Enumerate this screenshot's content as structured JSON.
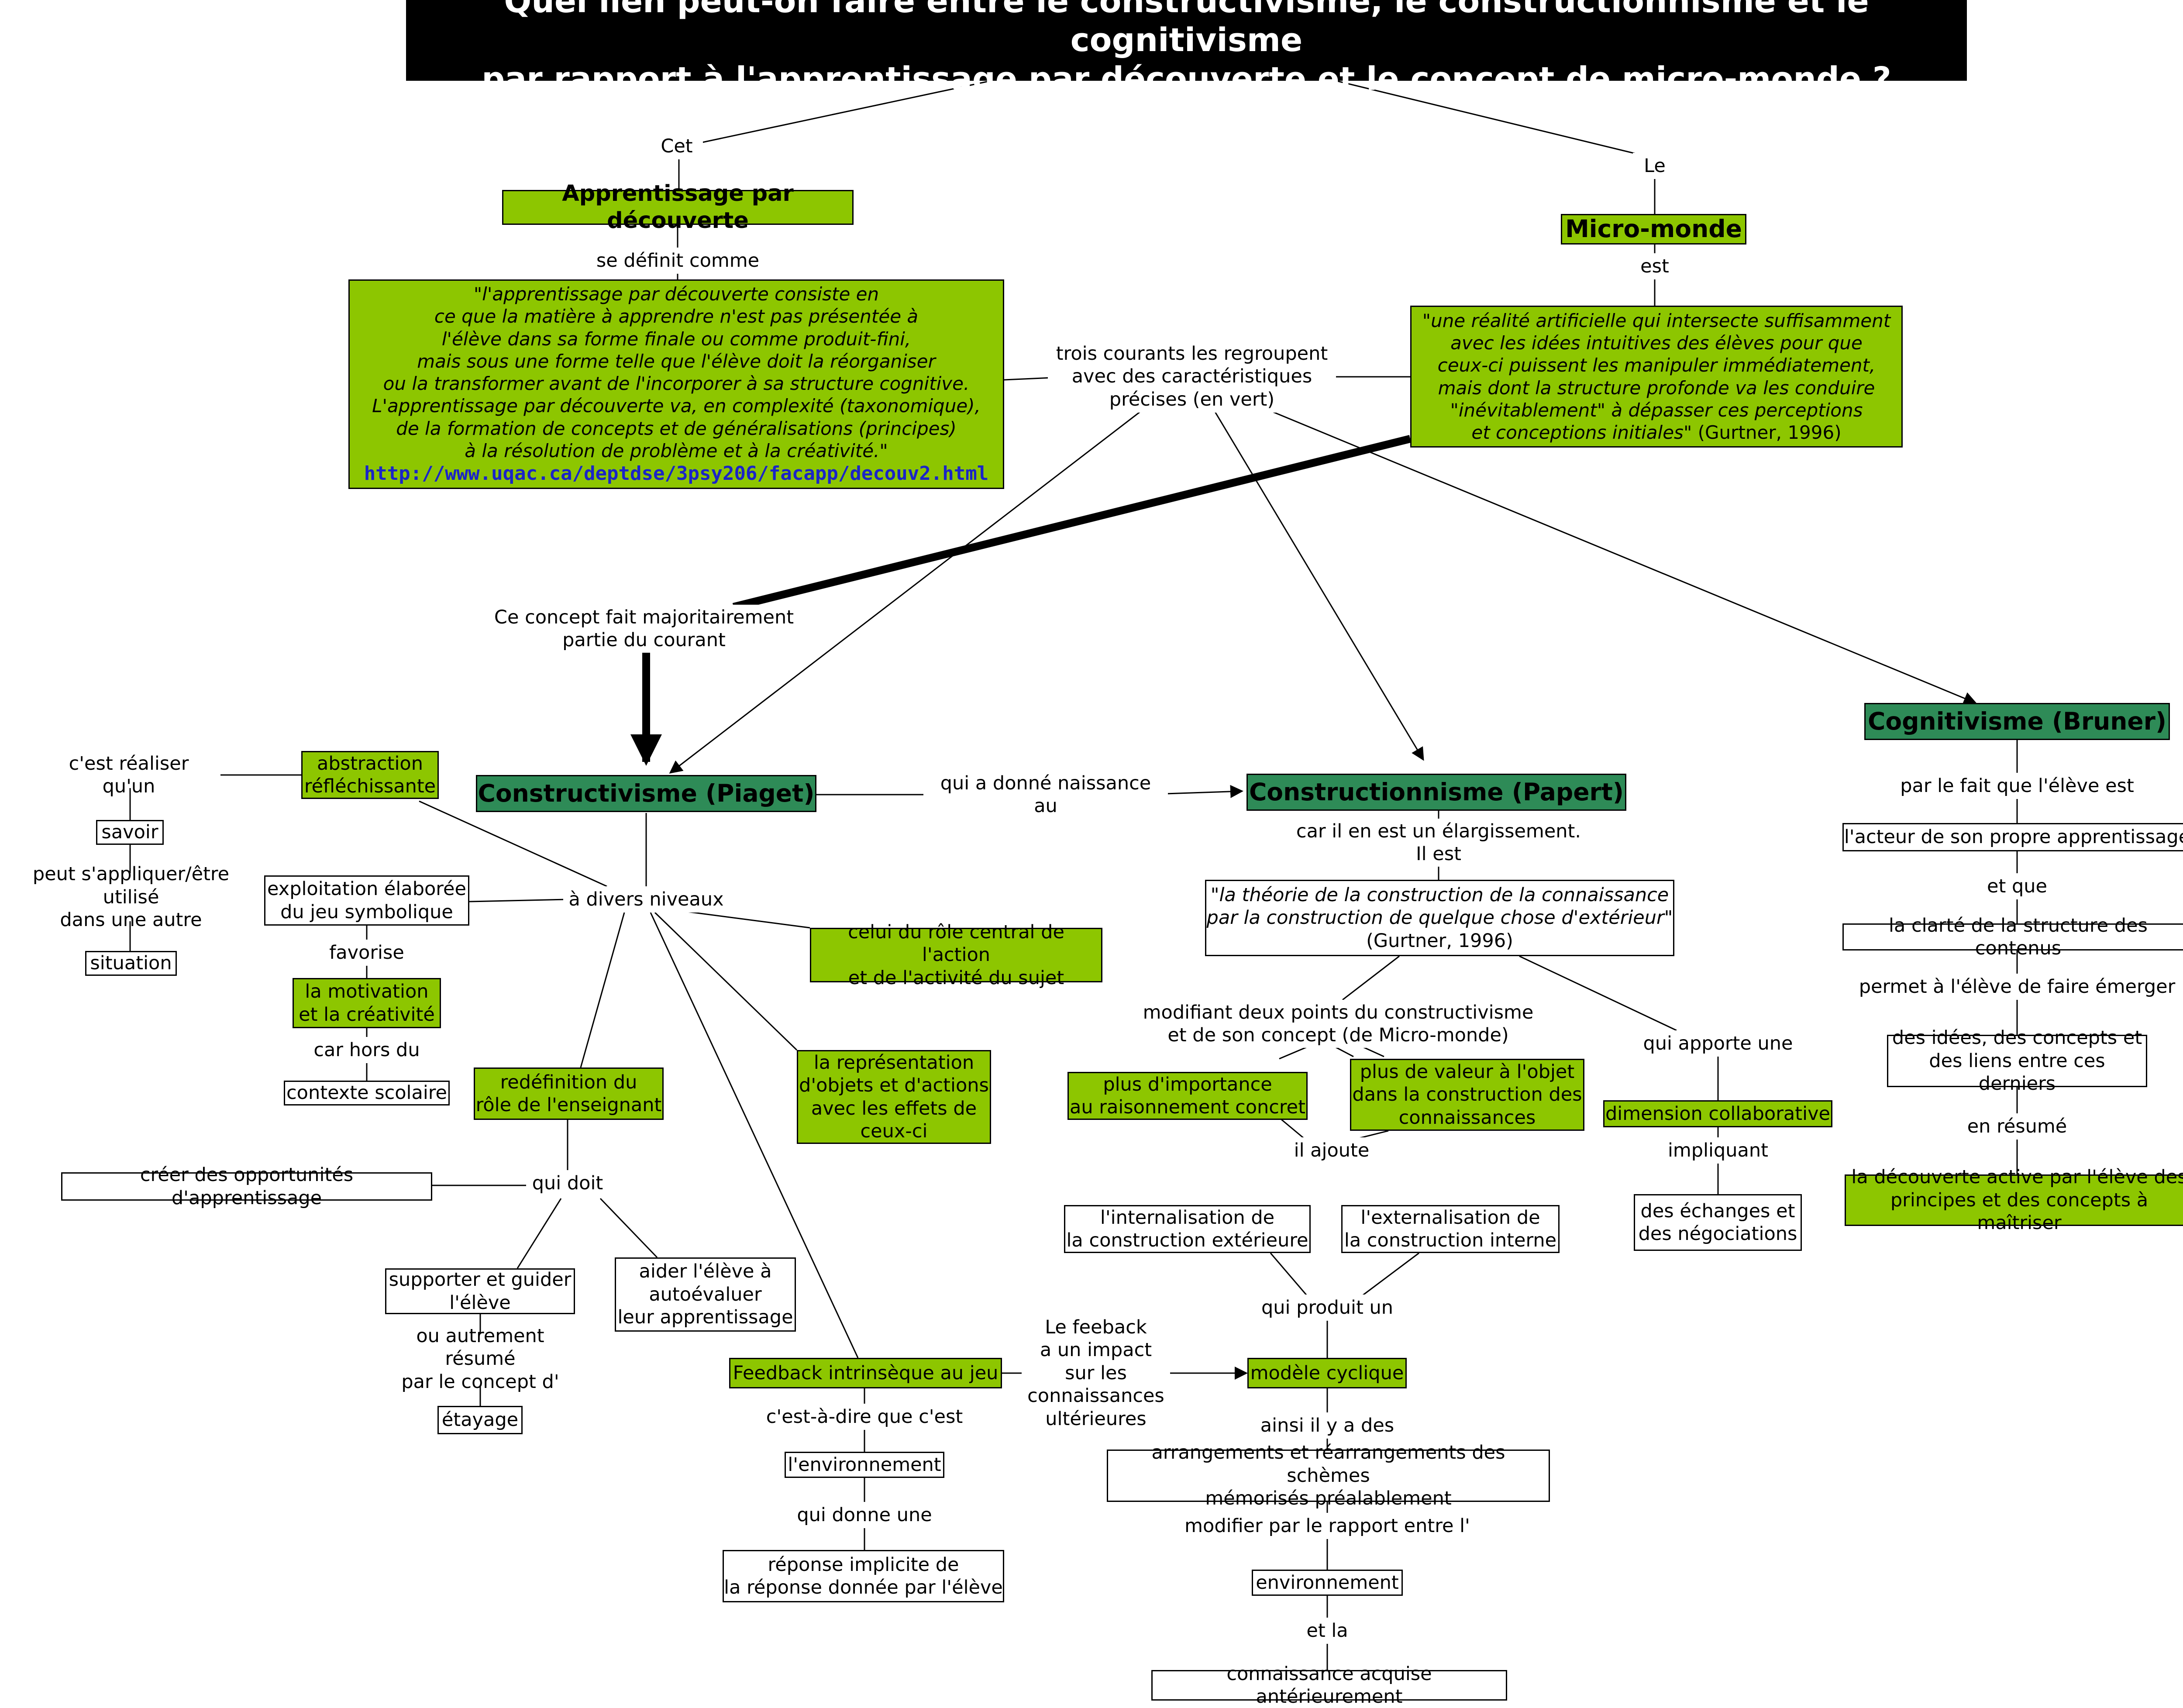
{
  "title": "Quel lien peut-on faire entre le constructivisme, le constructionnisme et le cognitivisme\npar rapport à l'apprentissage par découverte et le concept de micro-monde ?",
  "labels": {
    "cet": "Cet",
    "le": "Le",
    "se_definit": "se définit comme",
    "est": "est",
    "trois_courants": "trois courants les regroupent\navec des caractéristiques\nprécises (en vert)",
    "ce_concept": "Ce concept fait majoritairement\npartie du courant",
    "qui_a_donne": "qui a donné naissance au",
    "cest_realiser": "c'est réaliser qu'un",
    "peut_sappliquer": "peut s'appliquer/être utilisé\ndans une autre",
    "a_divers": "à divers niveaux",
    "favorise": "favorise",
    "car_hors": "car hors du",
    "qui_doit": "qui doit",
    "ou_autrement": "ou autrement résumé\npar le concept d'",
    "cest_a_dire": "c'est-à-dire que c'est",
    "qui_donne": "qui donne une",
    "car_il_en_est": "car il en est un élargissement.\nIl est",
    "modifiant": "modifiant deux points du constructivisme\net de son concept (de Micro-monde)",
    "qui_apporte": "qui apporte une",
    "il_ajoute": "il ajoute",
    "impliquant": "impliquant",
    "qui_produit": "qui produit un",
    "le_feedback": "Le feeback\na un impact\nsur les\nconnaissances\nultérieures",
    "ainsi_il_y": "ainsi il y a des",
    "modifier_par": "modifier par le rapport entre l'",
    "et_la": "et la",
    "par_le_fait": "par le fait que l'élève est",
    "et_que": "et que",
    "permet": "permet à l'élève de faire émerger",
    "en_resume": "en résumé"
  },
  "nodes": {
    "apprentissage": "Apprentissage par découverte",
    "micro_monde": "Micro-monde",
    "def_apprentissage": "\"l'apprentissage par découverte consiste en\nce que la matière à apprendre n'est pas présentée à\nl'élève dans sa forme finale ou comme produit-fini,\nmais sous une forme telle que l'élève doit la réorganiser\nou la transformer avant de l'incorporer à sa structure cognitive.\nL'apprentissage par découverte va, en complexité (taxonomique),\nde la formation de concepts et de généralisations (principes)\nà la résolution de problème et à la créativité.\"",
    "def_apprentissage_url": "http://www.uqac.ca/deptdse/3psy206/facapp/decouv2.html",
    "def_micro_monde": "\"une réalité artificielle qui intersecte suffisamment\navec les idées intuitives des élèves pour que\nceux-ci puissent les manipuler immédiatement,\nmais dont la structure profonde va les conduire\n\"inévitablement\" à dépasser ces perceptions\net conceptions initiales\"",
    "def_micro_monde_ref": " (Gurtner, 1996)",
    "constructivisme": "Constructivisme (Piaget)",
    "constructionnisme": "Constructionnisme (Papert)",
    "cognitivisme": "Cognitivisme (Bruner)",
    "abstraction": "abstraction\nréfléchissante",
    "savoir": "savoir",
    "situation": "situation",
    "exploitation": "exploitation élaborée\ndu jeu symbolique",
    "motivation": "la motivation\net la créativité",
    "contexte": "contexte scolaire",
    "role_central": "celui du rôle central de l'action\net de l'activité du sujet",
    "representation": "la représentation\nd'objets et d'actions\navec les effets de\nceux-ci",
    "redefinition": "redéfinition du\nrôle de l'enseignant",
    "creer": "créer des opportunités d'apprentissage",
    "supporter": "supporter et guider\nl'élève",
    "aider": "aider l'élève à\nautoévaluer\nleur apprentissage",
    "etayage": "étayage",
    "feedback": "Feedback intrinsèque au jeu",
    "environnement1": "l'environnement",
    "reponse": "réponse implicite de\nla réponse donnée par l'élève",
    "theorie": "\"la théorie de la construction de la connaissance\npar la construction de quelque chose d'extérieur\"",
    "theorie_ref": "(Gurtner, 1996)",
    "plus_importance": "plus d'importance\nau raisonnement concret",
    "plus_valeur": "plus de valeur à l'objet\ndans la construction des\nconnaissances",
    "internalisation": "l'internalisation de\nla construction extérieure",
    "externalisation": "l'externalisation de\nla construction interne",
    "dimension": "dimension collaborative",
    "echanges": "des échanges et\ndes négociations",
    "modele": "modèle cyclique",
    "arrangements": "arrangements et réarrangements des schèmes\nmémorisés préalablement",
    "environnement2": "environnement",
    "connaissance": "connaissance acquise antérieurement",
    "acteur": "l'acteur de son propre apprentissage",
    "clarte": "la clarté de la structure des contenus",
    "idees": "des idées, des concepts et\ndes liens entre ces derniers",
    "decouverte": "la découverte active par l'élève des\nprincipes et des concepts à maîtriser"
  },
  "colors": {
    "green": "#8dc600",
    "teal": "#2e8b57",
    "title_bg": "#000000",
    "link": "#1a24c8"
  }
}
